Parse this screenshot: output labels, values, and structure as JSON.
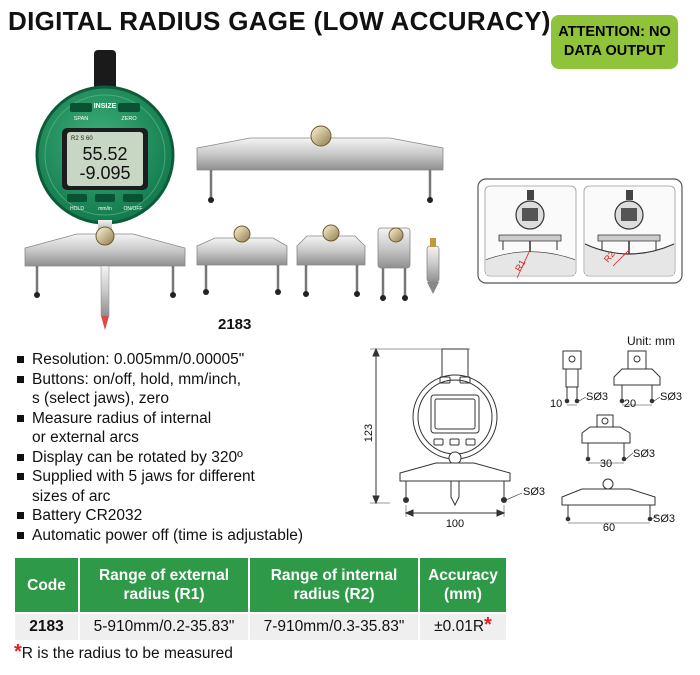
{
  "title": "DIGITAL RADIUS GAGE (LOW ACCURACY)",
  "attention": {
    "line1": "ATTENTION: NO",
    "line2": "DATA OUTPUT"
  },
  "photo": {
    "brand": "INSIZE",
    "btn_span": "SPAN",
    "btn_zero": "ZERO",
    "btn_hold": "HOLD",
    "btn_mm_in": "mm/in",
    "btn_onoff": "ON/OFF",
    "lcd_top": "R2  S  60",
    "lcd_line1": "55.52",
    "lcd_line2": "-9.095"
  },
  "model_label": "2183",
  "features": [
    "Resolution: 0.005mm/0.00005\"",
    "Buttons: on/off, hold, mm/inch,",
    "s (select jaws), zero",
    "Measure radius of internal",
    "or external arcs",
    "Display can be rotated by 320º",
    "Supplied with 5 jaws for different",
    "sizes of arc",
    "Battery CR2032",
    "Automatic power off (time is adjustable)"
  ],
  "diagram_top": {
    "label_left": "R1",
    "label_right": "R2"
  },
  "unit_label": "Unit: mm",
  "diagram_main": {
    "dim_height": "123",
    "dim_width": "100",
    "s03": "SØ3",
    "jaw_10": "10",
    "jaw_20": "20",
    "jaw_30": "30",
    "jaw_60": "60"
  },
  "table": {
    "headers": {
      "code": "Code",
      "ext_line1": "Range of external",
      "ext_line2": "radius (R1)",
      "int_line1": "Range of internal",
      "int_line2": "radius (R2)",
      "acc_line1": "Accuracy",
      "acc_line2": "(mm)"
    },
    "row": {
      "code": "2183",
      "ext": "5-910mm/0.2-35.83\"",
      "int": "7-910mm/0.3-35.83\"",
      "acc": "±0.01R",
      "acc_star": "*"
    }
  },
  "footnote": {
    "star": "*",
    "text": "R is the radius to be measured"
  },
  "colors": {
    "accent_green": "#2e9a48",
    "attention_green": "#8fc43a",
    "star_red": "#e02020"
  }
}
